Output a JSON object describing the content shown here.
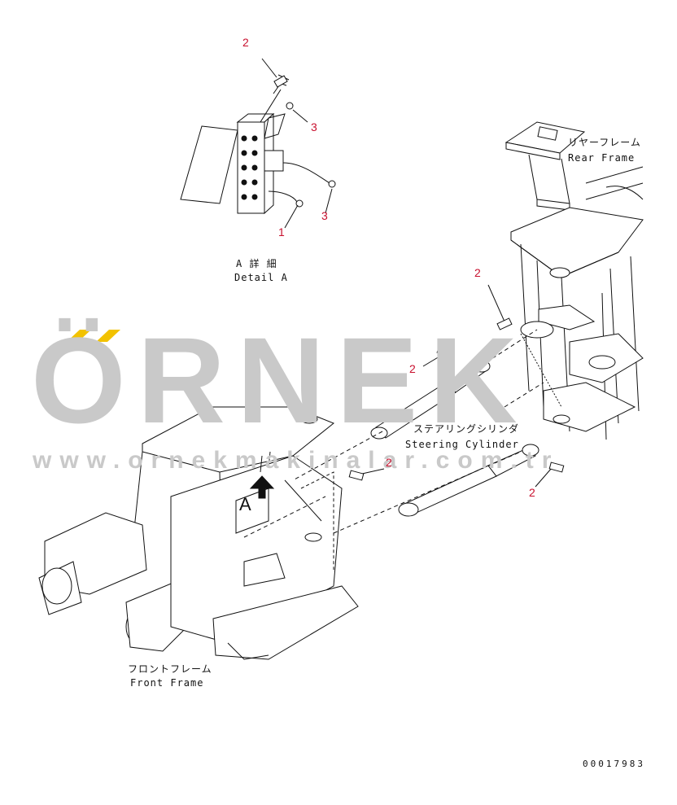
{
  "watermark": {
    "brand": "ÖRNEK",
    "url": "www.ornekmakinalar.com.tr",
    "accent_color": "#f2c200"
  },
  "labels": {
    "detail_jp": "A 詳 細",
    "detail_en": "Detail A",
    "rear_jp": "リヤーフレーム",
    "rear_en": "Rear Frame",
    "steer_jp": "ステアリングシリンダ",
    "steer_en": "Steering Cylinder",
    "front_jp": "フロントフレーム",
    "front_en": "Front Frame",
    "arrow_letter": "A",
    "drawing_no": "00017983"
  },
  "callouts": [
    {
      "id": "c1",
      "text": "2"
    },
    {
      "id": "c2",
      "text": "3"
    },
    {
      "id": "c3",
      "text": "3"
    },
    {
      "id": "c4",
      "text": "1"
    },
    {
      "id": "c5",
      "text": "2"
    },
    {
      "id": "c6",
      "text": "2"
    },
    {
      "id": "c7",
      "text": "2"
    },
    {
      "id": "c8",
      "text": "2"
    }
  ],
  "colors": {
    "line": "#111111",
    "callout": "#c8102e",
    "watermark_gray": "#c9c9c9"
  }
}
